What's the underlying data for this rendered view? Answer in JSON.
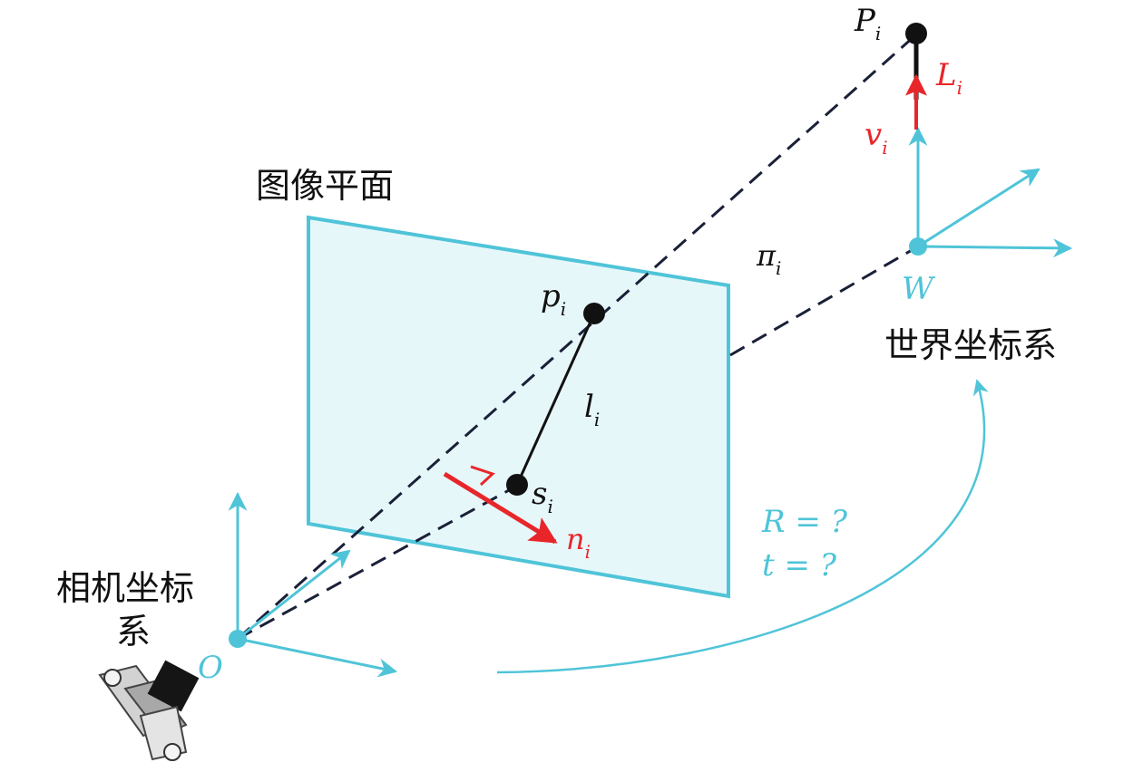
{
  "labels": {
    "image_plane": "图像平面",
    "world_frame": "世界坐标系",
    "camera_frame_line1": "相机坐标",
    "camera_frame_line2": "系",
    "world_origin": "W",
    "camera_origin": "O",
    "point_3d": "P",
    "point_2d_start": "p",
    "point_2d_end": "s",
    "line_2d": "l",
    "line_3d": "L",
    "direction": "v",
    "normal": "n",
    "plane": "π",
    "subscript": "i",
    "rotation_unknown": "R = ?",
    "translation_unknown": "t = ?"
  },
  "colors": {
    "cyan": "#4fc4d8",
    "plane_fill": "#e6f7fa",
    "red": "#e8262a",
    "black": "#111111",
    "dash": "#1a2038"
  },
  "icons": {
    "camera": "camera-icon"
  }
}
